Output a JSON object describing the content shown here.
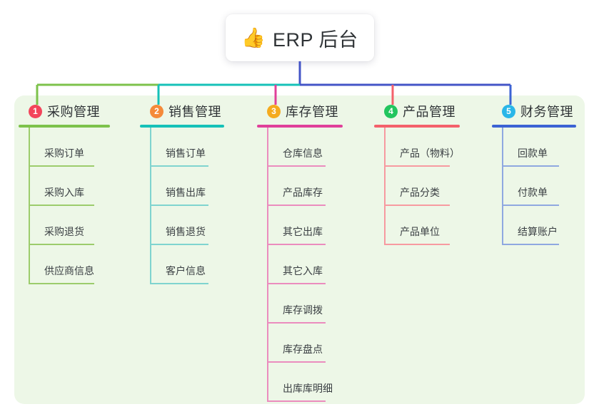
{
  "root": {
    "icon": "thumbs-up-icon",
    "emoji": "👍",
    "label": "ERP 后台"
  },
  "panel": {
    "background_color": "#edf7e7"
  },
  "columns": [
    {
      "number": "1",
      "title": "采购管理",
      "badge_color": "#f3455b",
      "rule_color": "#7dc24b",
      "line_color": "#9ccc6c",
      "connector_color": "#7dc24b",
      "items": [
        {
          "label": "采购订单"
        },
        {
          "label": "采购入库"
        },
        {
          "label": "采购退货"
        },
        {
          "label": "供应商信息"
        }
      ]
    },
    {
      "number": "2",
      "title": "销售管理",
      "badge_color": "#f58a39",
      "rule_color": "#16c1b8",
      "line_color": "#7fd4cf",
      "connector_color": "#16c1b8",
      "items": [
        {
          "label": "销售订单"
        },
        {
          "label": "销售出库"
        },
        {
          "label": "销售退货"
        },
        {
          "label": "客户信息"
        }
      ]
    },
    {
      "number": "3",
      "title": "库存管理",
      "badge_color": "#f5ab1e",
      "rule_color": "#e0409a",
      "line_color": "#eb8cbe",
      "connector_color": "#e0409a",
      "items": [
        {
          "label": "仓库信息"
        },
        {
          "label": "产品库存"
        },
        {
          "label": "其它出库"
        },
        {
          "label": "其它入库"
        },
        {
          "label": "库存调拨"
        },
        {
          "label": "库存盘点"
        },
        {
          "label": "出库库明细"
        }
      ]
    },
    {
      "number": "4",
      "title": "产品管理",
      "badge_color": "#22c55e",
      "rule_color": "#f4616b",
      "line_color": "#f79aa0",
      "connector_color": "#f4616b",
      "items": [
        {
          "label": "产品（物料）"
        },
        {
          "label": "产品分类"
        },
        {
          "label": "产品单位"
        }
      ]
    },
    {
      "number": "5",
      "title": "财务管理",
      "badge_color": "#29b6e8",
      "rule_color": "#3c63d4",
      "line_color": "#8fa8e0",
      "connector_color": "#3c63d4",
      "items": [
        {
          "label": "回款单"
        },
        {
          "label": "付款单"
        },
        {
          "label": "结算账户"
        }
      ]
    }
  ],
  "connector": {
    "trunk_color": "#4455c7",
    "bar_segments": [
      {
        "color": "#7dc24b"
      },
      {
        "color": "#16c1b8"
      },
      {
        "color": "#4455c7"
      }
    ]
  }
}
